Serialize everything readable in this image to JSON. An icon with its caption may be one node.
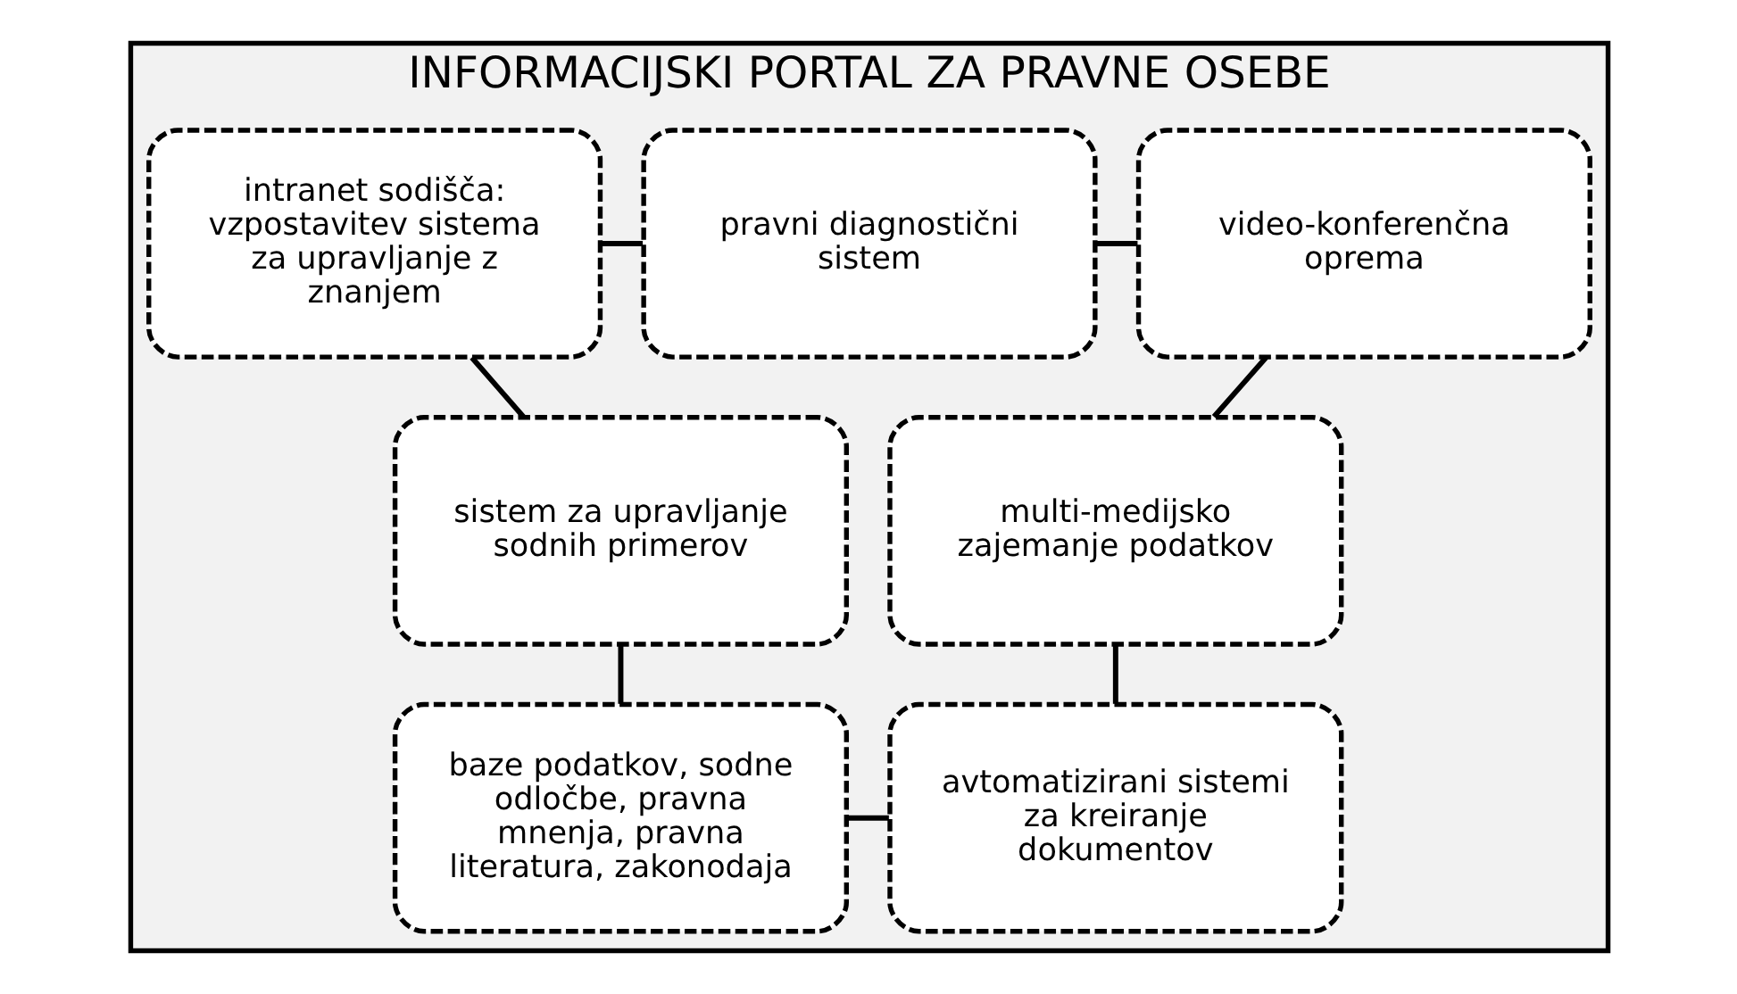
{
  "diagram": {
    "nodes": [
      {
        "text": [
          "INFORMACIJSKI PORTAL ZA PRAVNE OSEBE"
        ]
      },
      {
        "text": [
          "intranet sodišča: vzpostavitev sistema za upravljanje z znanjem"
        ],
        "in": 0
      },
      {
        "text": [
          "pravni diagnostični sistem"
        ],
        "in": 0
      },
      {
        "text": [
          "video-konferenčna oprema"
        ],
        "in": 0
      },
      {
        "text": [
          "sistem za upravljanje sodnih primerov"
        ],
        "in": 0
      },
      {
        "text": [
          "multi-medijsko zajemanje podatkov"
        ],
        "in": 0
      },
      {
        "text": [
          "baze podatkov, sodne odločbe, pravna mnenja, pravna literatura, zakonodaja"
        ],
        "in": 0
      },
      {
        "text": [
          "avtomatizirani sistemi za kreiranje dokumentov"
        ],
        "in": 0
      }
    ],
    "edges": [
      {
        "from": 1,
        "to": 2,
        "arrow": "none"
      },
      {
        "from": 2,
        "to": 3,
        "arrow": "none"
      },
      {
        "from": 3,
        "to": 5,
        "arrow": "none"
      },
      {
        "from": 5,
        "to": 7,
        "arrow": "none"
      },
      {
        "from": 7,
        "to": 6,
        "arrow": "none"
      },
      {
        "from": 6,
        "to": 4,
        "arrow": "none"
      },
      {
        "from": 4,
        "to": 1,
        "arrow": "none"
      }
    ]
  }
}
